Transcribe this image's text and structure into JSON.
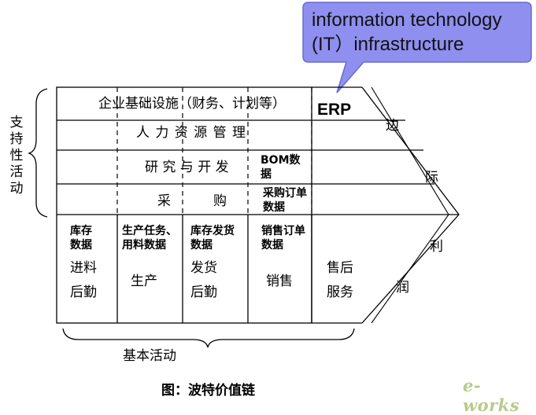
{
  "callout": {
    "text": "information technology (IT）infrastructure"
  },
  "erp_label": "ERP",
  "support_activities": {
    "brace_label": "支持性活动",
    "rows": [
      "企业基础设施（财务、计划等）",
      "人 力 资 源 管 理",
      "研 究 与 开 发",
      "采          购"
    ],
    "bom_note": "BOM数据",
    "purchase_note": "采购订单数据"
  },
  "primary_activities": {
    "brace_label": "基本活动",
    "columns": [
      {
        "data": "库存数据",
        "activity": "进料后勤"
      },
      {
        "data": "生产任务、用料数据",
        "activity": "生产"
      },
      {
        "data": "库存发货数据",
        "activity": "发货后勤"
      },
      {
        "data": "销售订单数据",
        "activity": "销售"
      },
      {
        "data": "",
        "activity": "售后服务"
      }
    ]
  },
  "margin_label": "边际利润",
  "caption": "图：波特价值链",
  "watermark": "e-works",
  "colors": {
    "callout_fill": "#8f8ff0",
    "callout_border": "#6a6ad0",
    "line": "#000000"
  }
}
